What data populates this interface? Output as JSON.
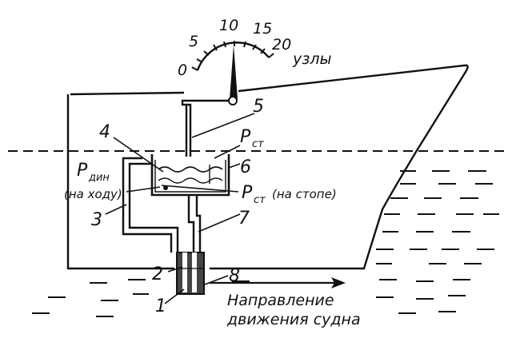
{
  "speed_scale": {
    "ticks": [
      "0",
      "5",
      "10",
      "15",
      "20"
    ],
    "unit": "узлы"
  },
  "labels": {
    "n1": "1",
    "n2": "2",
    "n3": "3",
    "n4": "4",
    "n5": "5",
    "n6": "6",
    "n7": "7",
    "n8": "8",
    "p_st_top_main": "P",
    "p_st_top_sub": "ст",
    "p_din_main": "P",
    "p_din_sub": "дин",
    "p_din_note": "(на ходу)",
    "p_st_mid_main": "P",
    "p_st_mid_sub": "ст",
    "p_st_mid_note": "(на стопе)"
  },
  "caption": {
    "line1": "Направление",
    "line2": "движения судна"
  },
  "colors": {
    "ink": "#111111",
    "paper": "#ffffff"
  }
}
